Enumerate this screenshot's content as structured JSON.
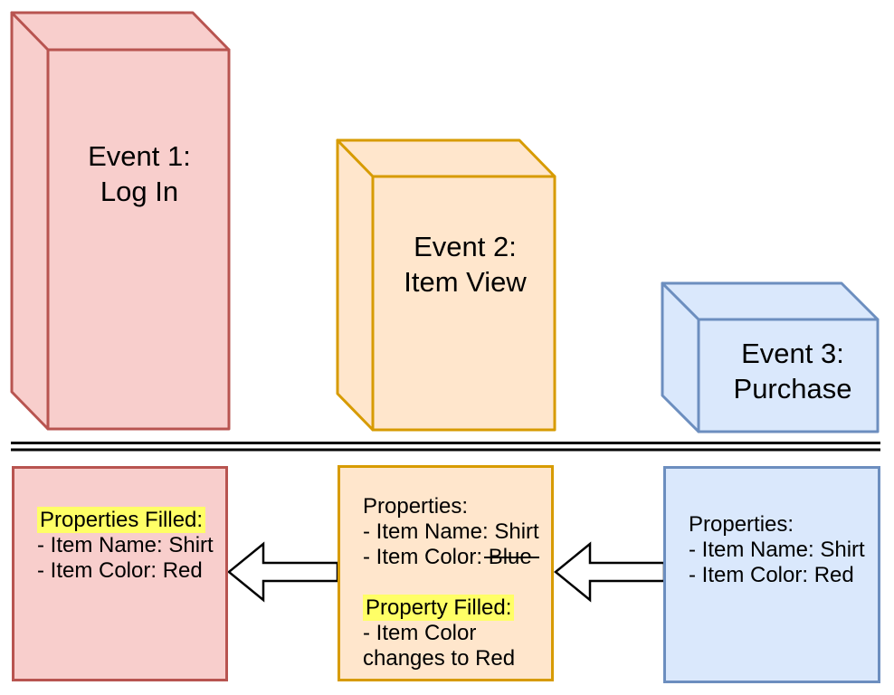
{
  "colors": {
    "red_fill": "#f8cecc",
    "red_stroke": "#b85450",
    "orange_fill": "#ffe6cc",
    "orange_stroke": "#d79b00",
    "blue_fill": "#dae8fc",
    "blue_stroke": "#6c8ebf",
    "highlight": "#ffff66",
    "arrow_fill": "#ffffff",
    "arrow_stroke": "#000000",
    "separator": "#000000",
    "text": "#000000",
    "bg": "#ffffff"
  },
  "events": {
    "event1": {
      "line1": "Event 1:",
      "line2": "Log In"
    },
    "event2": {
      "line1": "Event 2:",
      "line2": "Item View"
    },
    "event3": {
      "line1": "Event 3:",
      "line2": "Purchase"
    }
  },
  "panels": {
    "login": {
      "title_highlight": "Properties Filled:",
      "line1": "- Item Name: Shirt",
      "line2": "- Item Color: Red"
    },
    "item_view": {
      "header": "Properties:",
      "line1": "- Item Name: Shirt",
      "line2_prefix": "- Item Color: ",
      "line2_struck": "Blue",
      "filled_highlight": "Property Filled:",
      "filled_line1": "- Item Color",
      "filled_line2": "changes to Red"
    },
    "purchase": {
      "header": "Properties:",
      "line1": "- Item Name: Shirt",
      "line2": "- Item Color: Red"
    }
  },
  "icons": {
    "flow_arrow_left": "⇦"
  }
}
